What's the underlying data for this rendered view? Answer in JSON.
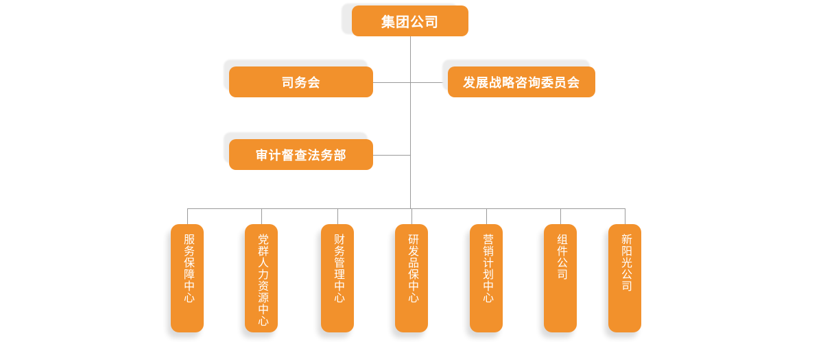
{
  "org": {
    "root_label": "集团公司",
    "left_committee_label": "司务会",
    "right_committee_label": "发展战略咨询委员会",
    "audit_label": "审计督查法务部",
    "departments": [
      {
        "label": "服务保障中心"
      },
      {
        "label": "党群人力资源中心"
      },
      {
        "label": "财务管理中心"
      },
      {
        "label": "研发品保中心"
      },
      {
        "label": "营销计划中心"
      },
      {
        "label": "组件公司"
      },
      {
        "label": "新阳光公司"
      }
    ]
  },
  "colors": {
    "node_fill": "#F2912C",
    "node_text": "#FFFFFF",
    "connector": "#999999",
    "shadow": "#ECECEC",
    "background": "#FFFFFF"
  }
}
